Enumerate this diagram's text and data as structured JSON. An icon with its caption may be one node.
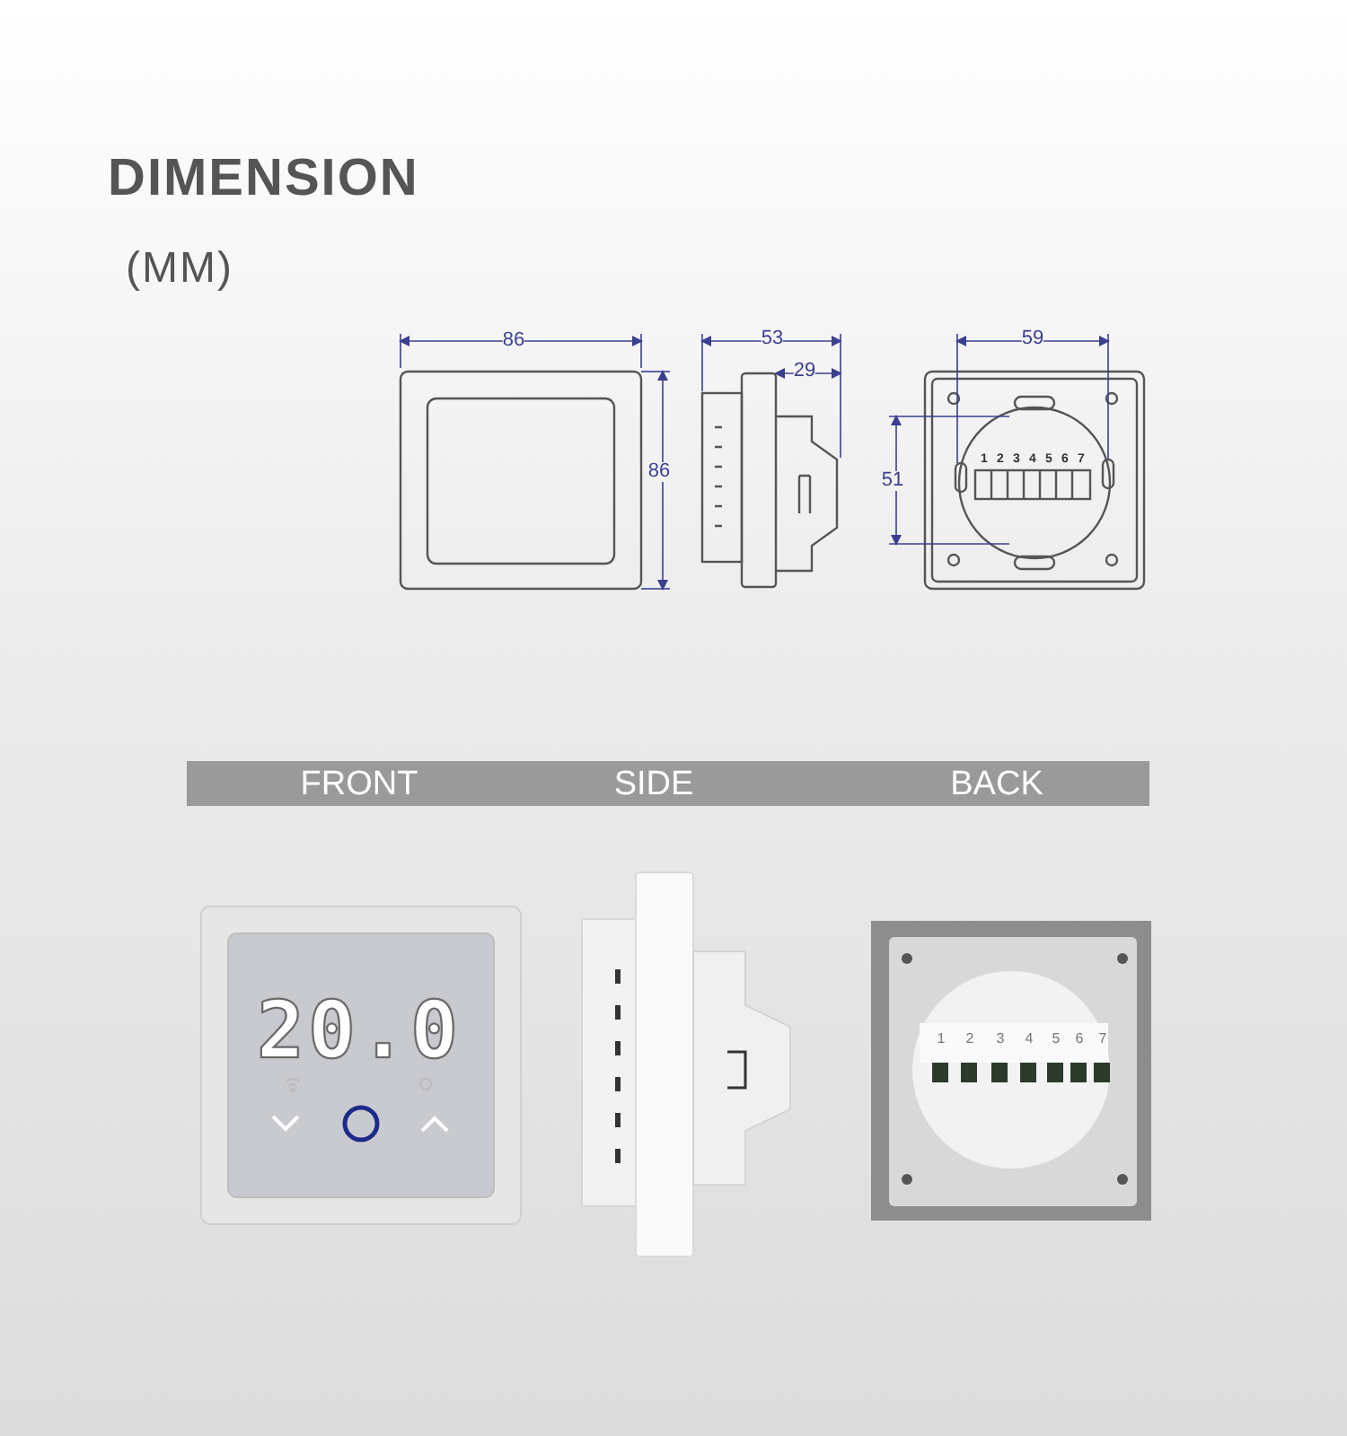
{
  "diagram": {
    "title": "DIMENSION",
    "labels": [
      "(MM)",
      "86",
      "86",
      "53",
      "29",
      "59",
      "51",
      "1",
      "2",
      "3",
      "4",
      "5",
      "6",
      "7",
      "FRONT",
      "SIDE",
      "BACK",
      "20.0",
      "1",
      "2",
      "3",
      "4",
      "5",
      "6",
      "7"
    ]
  }
}
